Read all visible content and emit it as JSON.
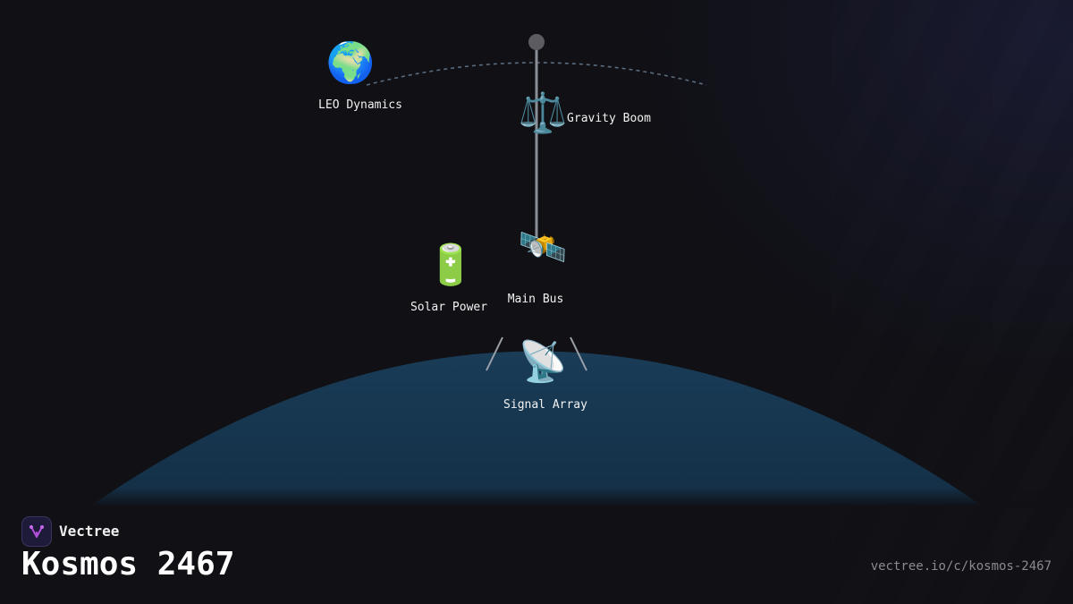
{
  "brand": {
    "name": "Vectree",
    "logo_icon": "vectree-logo-icon",
    "accent_color": "#b04fd8"
  },
  "title": "Kosmos 2467",
  "url": "vectree.io/c/kosmos-2467",
  "colors": {
    "background": "#101015",
    "planet": "#17364f",
    "orbit": "#5a6b7d",
    "boom": "#8a8f96",
    "boom_tip": "#5c5c60",
    "label": "#f2f2f2"
  },
  "nodes": {
    "leo": {
      "label": "LEO Dynamics",
      "icon": "globe-icon",
      "glyph": "🌍"
    },
    "boom": {
      "label": "Gravity Boom",
      "icon": "balance-scale-icon",
      "glyph": "⚖️"
    },
    "bus": {
      "label": "Main Bus",
      "icon": "satellite-icon",
      "glyph": "🛰️"
    },
    "solar": {
      "label": "Solar Power",
      "icon": "battery-icon",
      "glyph": "🔋"
    },
    "signal": {
      "label": "Signal Array",
      "icon": "satellite-dish-icon",
      "glyph": "📡"
    }
  }
}
